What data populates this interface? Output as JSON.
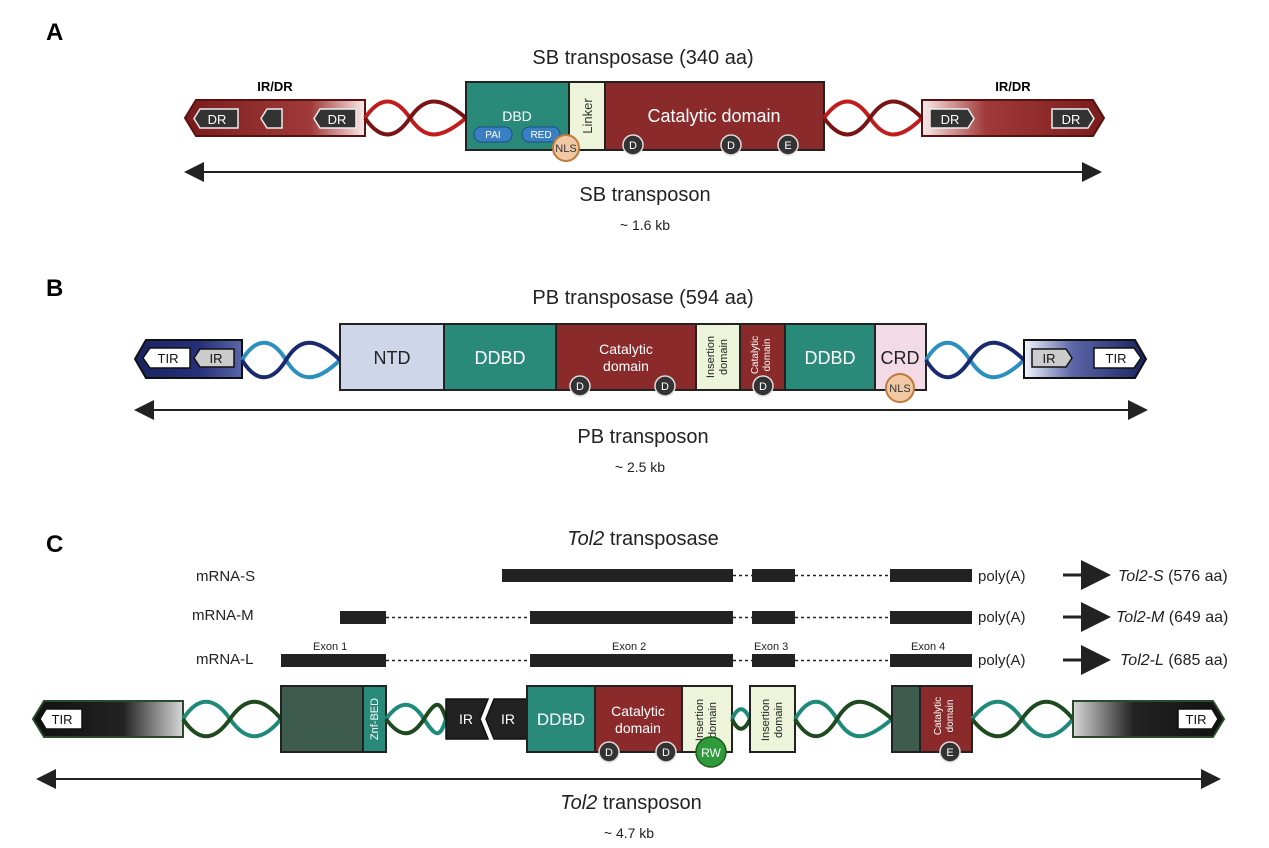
{
  "panel_a": {
    "letter": "A",
    "title": "SB transposase (340 aa)",
    "ir_dr_left": "IR/DR",
    "ir_dr_right": "IR/DR",
    "dr": "DR",
    "dbd": "DBD",
    "pai": "PAI",
    "red": "RED",
    "nls": "NLS",
    "linker": "Linker",
    "catalytic": "Catalytic domain",
    "d": "D",
    "e": "E",
    "transposon": "SB transposon",
    "size": "~ 1.6 kb"
  },
  "panel_b": {
    "letter": "B",
    "title": "PB transposase (594 aa)",
    "tir": "TIR",
    "ir": "IR",
    "ntd": "NTD",
    "ddbd": "DDBD",
    "catalytic_line1": "Catalytic",
    "catalytic_line2": "domain",
    "insertion_line1": "Insertion",
    "insertion_line2": "domain",
    "catalytic_small_line1": "Catalytic",
    "catalytic_small_line2": "domain",
    "crd": "CRD",
    "nls": "NLS",
    "d": "D",
    "transposon": "PB transposon",
    "size": "~ 2.5 kb"
  },
  "panel_c": {
    "letter": "C",
    "title_italic": "Tol2",
    "title_rest": " transposase",
    "mrna_s": "mRNA-S",
    "mrna_m": "mRNA-M",
    "mrna_l": "mRNA-L",
    "polya": "poly(A)",
    "tol2_s_italic": "Tol2-S",
    "tol2_s_rest": " (576 aa)",
    "tol2_m_italic": "Tol2-M",
    "tol2_m_rest": " (649 aa)",
    "tol2_l_italic": "Tol2-L",
    "tol2_l_rest": " (685 aa)",
    "exon1": "Exon 1",
    "exon2": "Exon 2",
    "exon3": "Exon 3",
    "exon4": "Exon 4",
    "tir": "TIR",
    "znf_bed": "Znf-BED",
    "ir": "IR",
    "ddbd": "DDBD",
    "catalytic_line1": "Catalytic",
    "catalytic_line2": "domain",
    "insertion_line1": "Insertion",
    "insertion_line2": "domain",
    "rw": "RW",
    "d": "D",
    "e": "E",
    "transposon_italic": "Tol2",
    "transposon_rest": " transposon",
    "size": "~ 4.7 kb"
  },
  "colors": {
    "sb_red": "#8b2a2a",
    "sb_teal": "#2a8a7a",
    "pb_navy": "#1f2a66",
    "pb_teal": "#2a8a7a",
    "pb_lavender": "#cfd6ea",
    "pb_pink": "#f2dbe6",
    "tol2_dark_green": "#3e5c4e",
    "tol2_green": "#1f7a3a",
    "cream": "#eef4d9",
    "nls_orange": "#f0c9a4",
    "chip_blue": "#3a7fc1"
  }
}
